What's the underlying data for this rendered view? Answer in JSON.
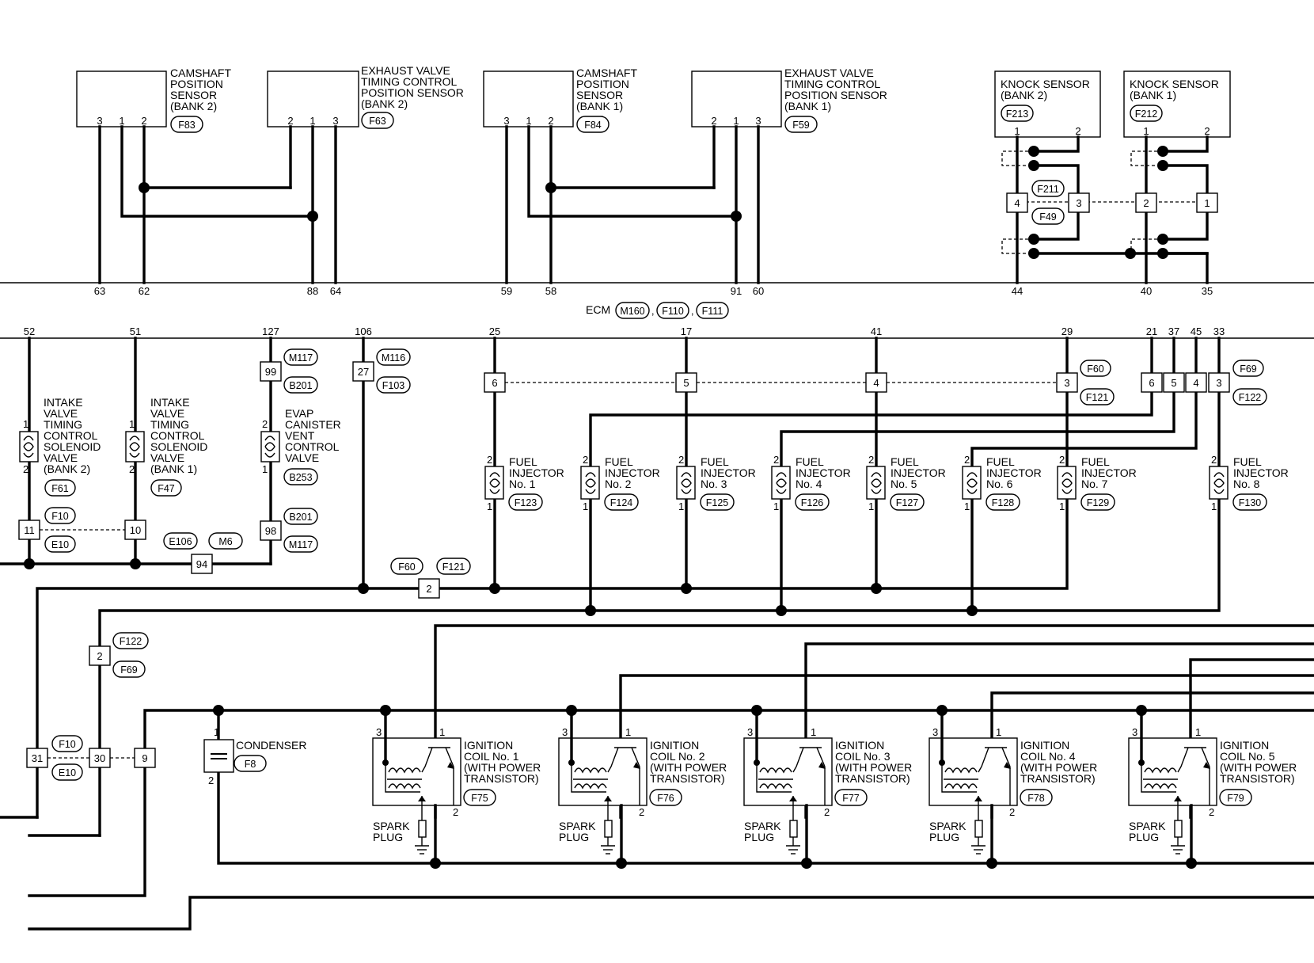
{
  "diagram": {
    "ecm_label": "ECM",
    "ecm_connectors": [
      "M160",
      "F110",
      "F111"
    ]
  },
  "sensors": [
    {
      "id": "cam2",
      "lines": [
        "CAMSHAFT",
        "POSITION",
        "SENSOR",
        "(BANK 2)"
      ],
      "connector": "F83",
      "pins": [
        "3",
        "1",
        "2"
      ]
    },
    {
      "id": "exh2",
      "lines": [
        "EXHAUST VALVE",
        "TIMING CONTROL",
        "POSITION SENSOR",
        "(BANK 2)"
      ],
      "connector": "F63",
      "pins": [
        "2",
        "1",
        "3"
      ]
    },
    {
      "id": "cam1",
      "lines": [
        "CAMSHAFT",
        "POSITION",
        "SENSOR",
        "(BANK 1)"
      ],
      "connector": "F84",
      "pins": [
        "3",
        "1",
        "2"
      ]
    },
    {
      "id": "exh1",
      "lines": [
        "EXHAUST VALVE",
        "TIMING CONTROL",
        "POSITION SENSOR",
        "(BANK 1)"
      ],
      "connector": "F59",
      "pins": [
        "2",
        "1",
        "3"
      ]
    },
    {
      "id": "knock2",
      "lines": [
        "KNOCK SENSOR",
        "(BANK 2)"
      ],
      "connector": "F213",
      "pins": [
        "1",
        "2"
      ]
    },
    {
      "id": "knock1",
      "lines": [
        "KNOCK SENSOR",
        "(BANK 1)"
      ],
      "connector": "F212",
      "pins": [
        "1",
        "2"
      ]
    }
  ],
  "knock_connectors": [
    "F211",
    "F49"
  ],
  "knock_boxes": [
    "4",
    "3",
    "2",
    "1"
  ],
  "ecm_top_pins": [
    "63",
    "62",
    "88",
    "64",
    "59",
    "58",
    "91",
    "60",
    "44",
    "40",
    "35"
  ],
  "ecm_bottom_pins": [
    "52",
    "51",
    "127",
    "106",
    "25",
    "17",
    "41",
    "29",
    "21",
    "37",
    "45",
    "33"
  ],
  "solenoids": [
    {
      "lines": [
        "INTAKE",
        "VALVE",
        "TIMING",
        "CONTROL",
        "SOLENOID",
        "VALVE",
        "(BANK 2)"
      ],
      "connector": "F61",
      "pin_top": "1",
      "pin_bottom": "2"
    },
    {
      "lines": [
        "INTAKE",
        "VALVE",
        "TIMING",
        "CONTROL",
        "SOLENOID",
        "VALVE",
        "(BANK 1)"
      ],
      "connector": "F47",
      "pin_top": "1",
      "pin_bottom": "2"
    },
    {
      "lines": [
        "EVAP",
        "CANISTER",
        "VENT",
        "CONTROL",
        "VALVE"
      ],
      "connector": "B253",
      "pin_top": "2",
      "pin_bottom": "1"
    }
  ],
  "inline_boxes": {
    "b99": "99",
    "b27": "27",
    "b98": "98",
    "b11": "11",
    "b10": "10",
    "b94": "94",
    "b2a": "2",
    "b2b": "2",
    "b31": "31",
    "b30": "30",
    "b9": "9",
    "inj_row": [
      "6",
      "5",
      "4",
      "3",
      "6",
      "5",
      "4",
      "3"
    ]
  },
  "connector_labels": {
    "M117a": "M117",
    "B201a": "B201",
    "M116": "M116",
    "F103": "F103",
    "B201b": "B201",
    "M117b": "M117",
    "F10a": "F10",
    "E10a": "E10",
    "E106": "E106",
    "M6": "M6",
    "F60a": "F60",
    "F121a": "F121",
    "F60b": "F60",
    "F121b": "F121",
    "F69a": "F69",
    "F122a": "F122",
    "F122b": "F122",
    "F69b": "F69",
    "F10b": "F10",
    "E10b": "E10",
    "F8": "F8"
  },
  "injectors": [
    {
      "lines": [
        "FUEL",
        "INJECTOR",
        "No. 1"
      ],
      "connector": "F123"
    },
    {
      "lines": [
        "FUEL",
        "INJECTOR",
        "No. 2"
      ],
      "connector": "F124"
    },
    {
      "lines": [
        "FUEL",
        "INJECTOR",
        "No. 3"
      ],
      "connector": "F125"
    },
    {
      "lines": [
        "FUEL",
        "INJECTOR",
        "No. 4"
      ],
      "connector": "F126"
    },
    {
      "lines": [
        "FUEL",
        "INJECTOR",
        "No. 5"
      ],
      "connector": "F127"
    },
    {
      "lines": [
        "FUEL",
        "INJECTOR",
        "No. 6"
      ],
      "connector": "F128"
    },
    {
      "lines": [
        "FUEL",
        "INJECTOR",
        "No. 7"
      ],
      "connector": "F129"
    },
    {
      "lines": [
        "FUEL",
        "INJECTOR",
        "No. 8"
      ],
      "connector": "F130"
    }
  ],
  "injector_pins": {
    "top": "2",
    "bottom": "1"
  },
  "condenser": {
    "label": "CONDENSER",
    "pin_top": "1",
    "pin_bottom": "2"
  },
  "coils": [
    {
      "lines": [
        "IGNITION",
        "COIL No. 1",
        "(WITH POWER",
        "TRANSISTOR)"
      ],
      "connector": "F75"
    },
    {
      "lines": [
        "IGNITION",
        "COIL No. 2",
        "(WITH POWER",
        "TRANSISTOR)"
      ],
      "connector": "F76"
    },
    {
      "lines": [
        "IGNITION",
        "COIL No. 3",
        "(WITH POWER",
        "TRANSISTOR)"
      ],
      "connector": "F77"
    },
    {
      "lines": [
        "IGNITION",
        "COIL No. 4",
        "(WITH POWER",
        "TRANSISTOR)"
      ],
      "connector": "F78"
    },
    {
      "lines": [
        "IGNITION",
        "COIL No. 5",
        "(WITH POWER",
        "TRANSISTOR)"
      ],
      "connector": "F79"
    }
  ],
  "coil_pins": {
    "p3": "3",
    "p1": "1",
    "p2": "2"
  },
  "spark_plug": [
    "SPARK",
    "PLUG"
  ]
}
